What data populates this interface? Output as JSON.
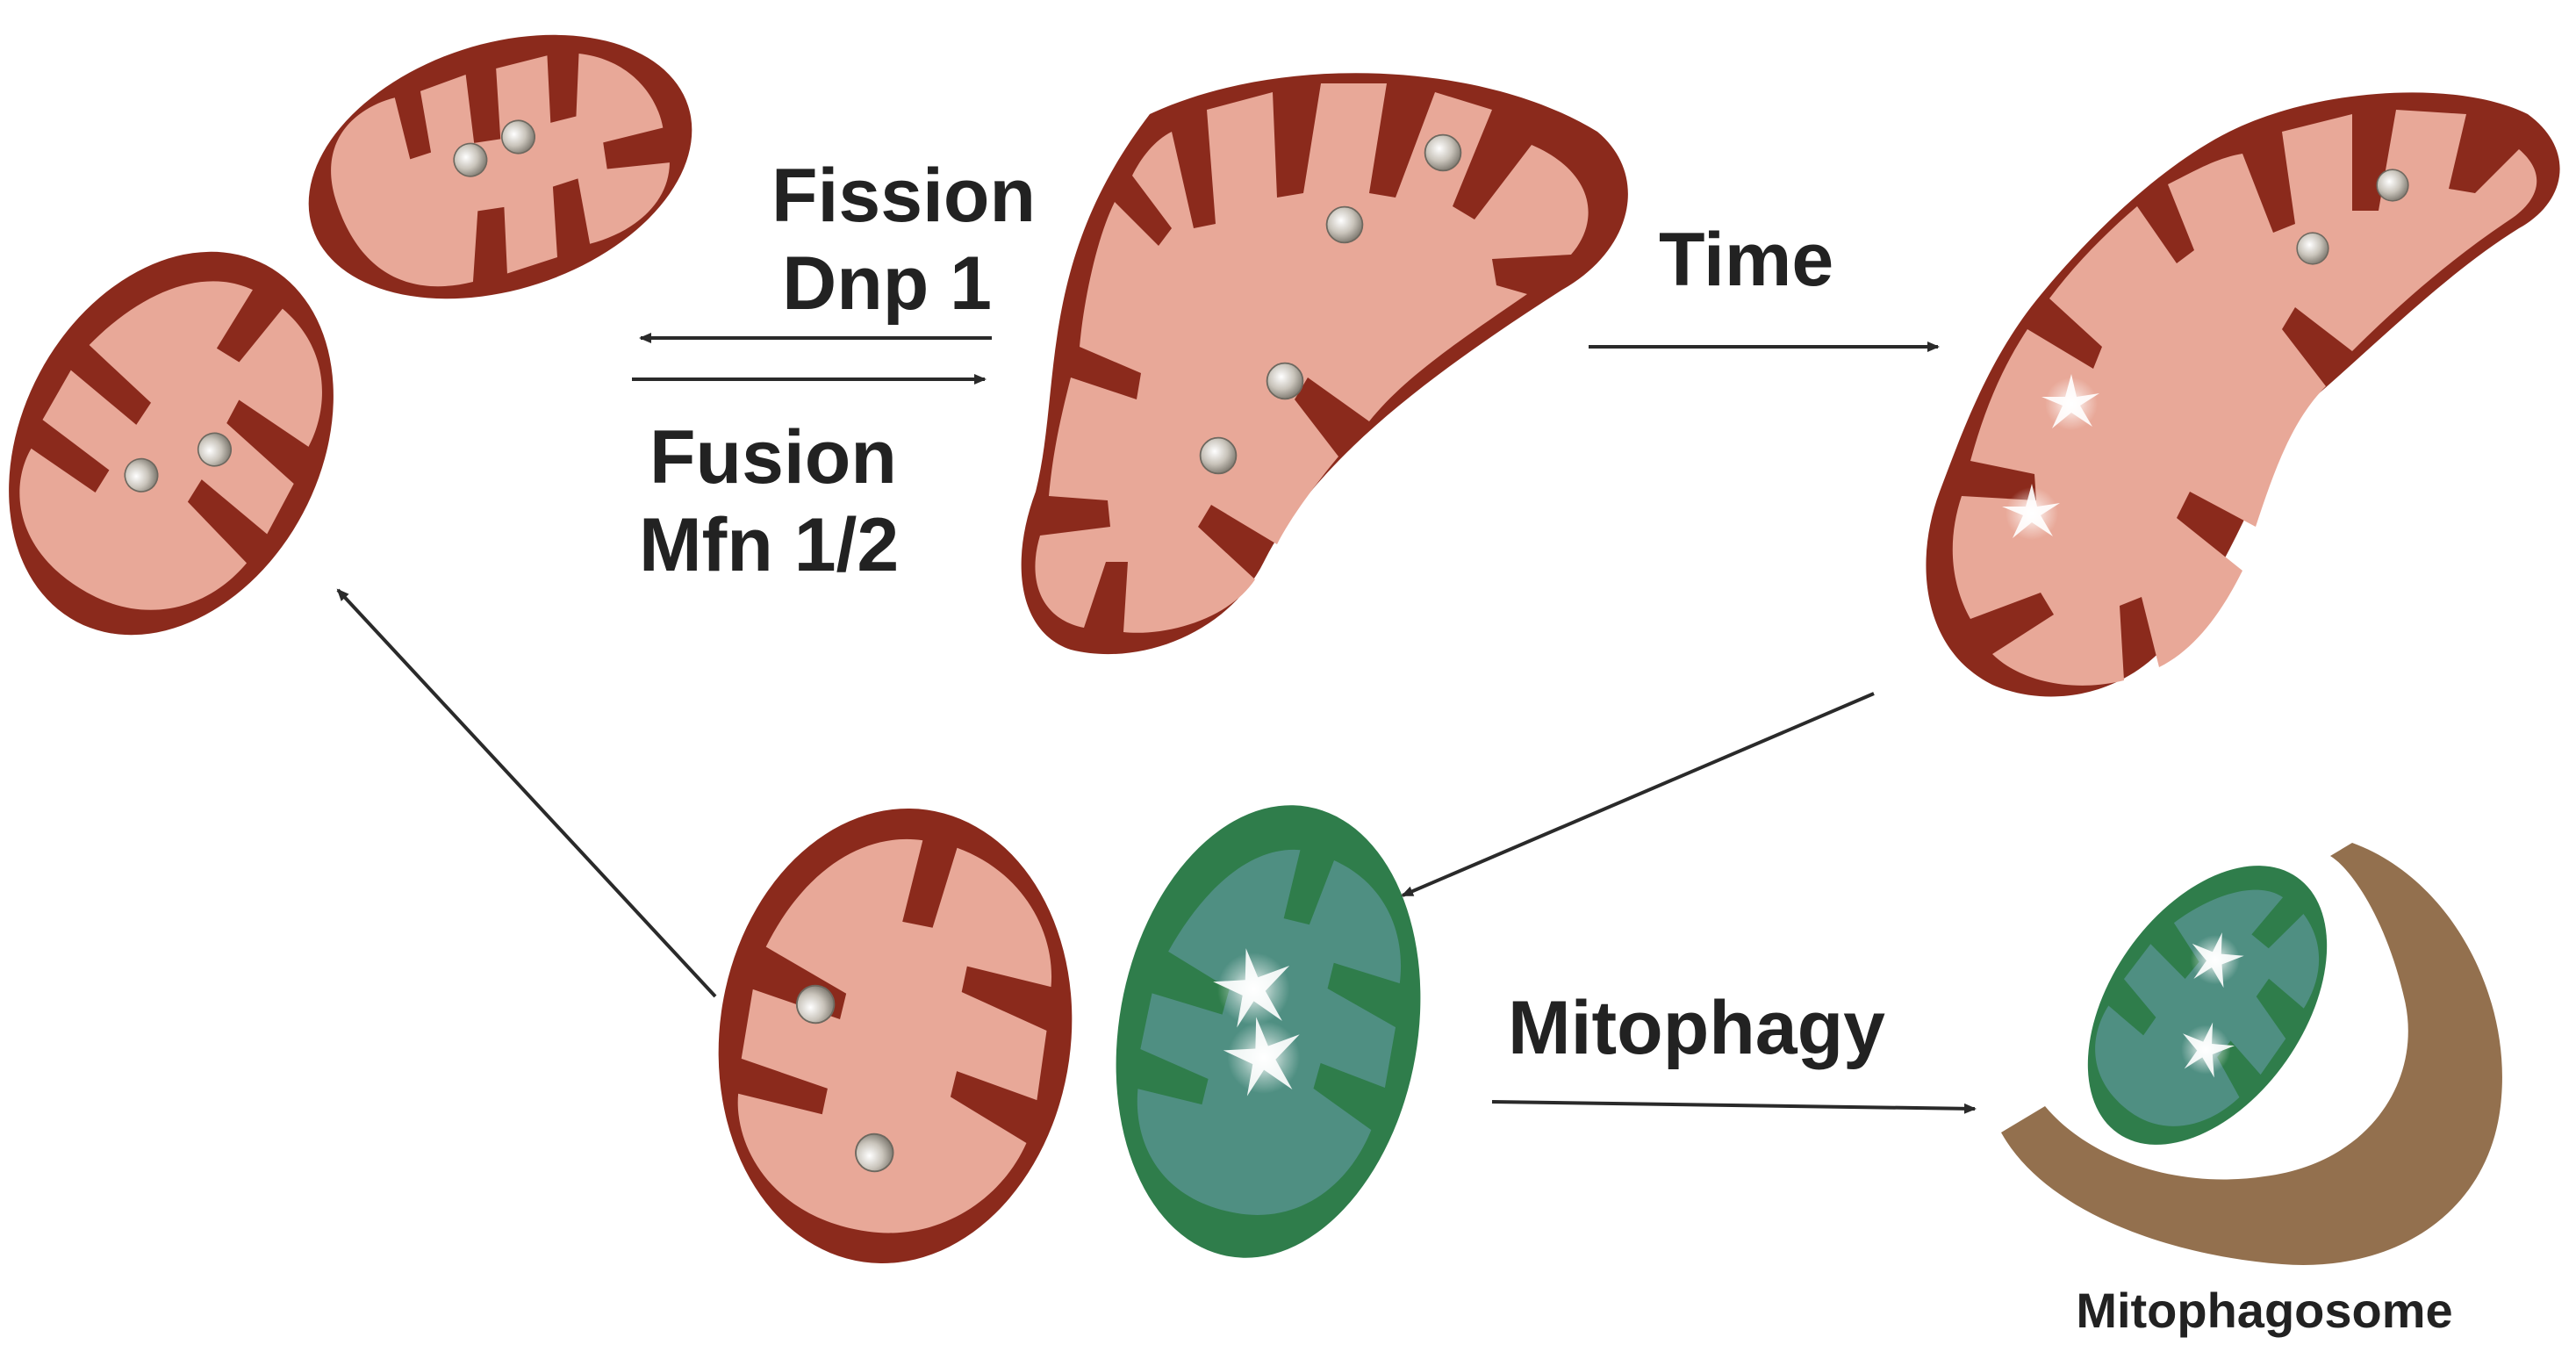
{
  "labels": {
    "fission": "Fission",
    "fission_protein": "Dnp 1",
    "fusion": "Fusion",
    "fusion_protein": "Mfn 1/2",
    "time": "Time",
    "mitophagy": "Mitophagy",
    "mitophagosome": "Mitophagosome"
  },
  "colors": {
    "outer_membrane": "#8b2a1c",
    "matrix": "#e8a898",
    "damaged_outer": "#2f7d4b",
    "damaged_matrix": "#4f8f82",
    "autophagosome": "#93704e",
    "nucleoid": "#b8b3aa",
    "arrow": "#2a2a2a",
    "text": "#222222"
  }
}
